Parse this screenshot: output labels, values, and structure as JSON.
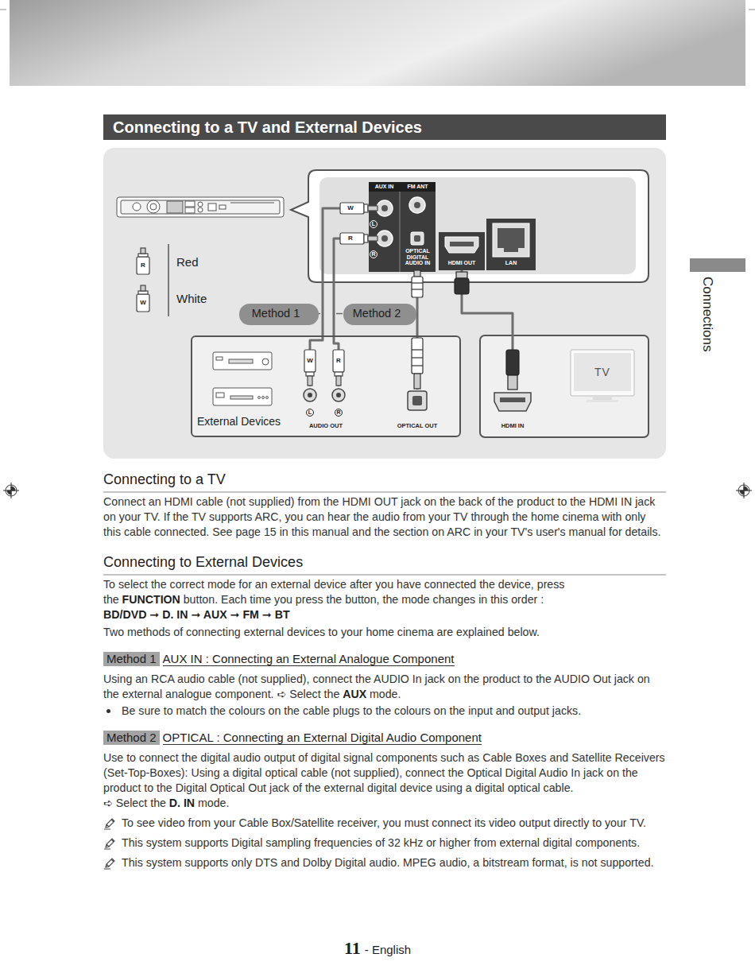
{
  "diagram": {
    "title": "Connecting to a TV and External Devices",
    "nodes": [
      {
        "text": [
          "AUX IN",
          "L",
          "R"
        ]
      },
      {
        "text": [
          "FM ANT"
        ]
      },
      {
        "text": [
          "OPTICAL DIGITAL AUDIO IN"
        ]
      },
      {
        "text": [
          "HDMI OUT"
        ]
      },
      {
        "text": [
          "LAN"
        ]
      },
      {
        "text": [
          "Method 1"
        ]
      },
      {
        "text": [
          "Method 2"
        ]
      },
      {
        "text": [
          "External Devices"
        ]
      },
      {
        "text": [
          "AUDIO OUT",
          "L",
          "R"
        ],
        "in": 7
      },
      {
        "text": [
          "OPTICAL OUT"
        ],
        "in": 7
      },
      {
        "text": [
          "HDMI IN"
        ]
      },
      {
        "text": [
          "TV"
        ]
      }
    ],
    "edges": [
      {
        "from": 8,
        "to": 0,
        "arrow": "none"
      },
      {
        "from": 8,
        "to": 0,
        "arrow": "none"
      },
      {
        "from": 9,
        "to": 2,
        "arrow": "none"
      },
      {
        "from": 3,
        "to": 10,
        "arrow": "none"
      }
    ],
    "labels": [
      "W",
      "R",
      "R",
      "W",
      "W",
      "R",
      "Connections",
      "Connecting to a TV",
      "Connect an HDMI cable (not supplied) from the HDMI OUT jack on the back of the product to the HDMI IN jack on your TV. If the TV supports ARC, you can hear the audio from your TV through the home cinema with only this cable connected. See page 15 in this manual and the section on ARC in your TV's user's manual for details.",
      "Connecting to External Devices",
      "To select the correct mode for an external device after you have connected the device, press the",
      "FUNCTION",
      "button. Each time you press the button, the mode changes in this order :",
      "BD/DVD ➞ D. IN ➞ AUX ➞ FM ➞ BT",
      "Two methods of connecting external devices to your home cinema are explained below.",
      "Method 1",
      "AUX IN : Connecting an External Analogue Component",
      "Using an RCA audio cable (not supplied), connect the AUDIO In jack on the product to the AUDIO Out jack on the external analogue component.",
      "➪ Select the",
      "AUX",
      "mode.",
      "Be sure to match the colours on the cable plugs to the colours on the input and output jacks.",
      "Method 2",
      "OPTICAL : Connecting an External Digital Audio Component",
      "Use to connect the digital audio output of digital signal components such as Cable Boxes and Satellite Receivers (Set-Top-Boxes): Using a digital optical cable (not supplied), connect the Optical Digital Audio In jack on the product to the Digital Optical Out jack of the external digital device using a digital optical cable.",
      "➪ Select the",
      "D. IN",
      "mode.",
      "To see video from your Cable Box/Satellite receiver, you must connect its video output directly to your TV.",
      "This system supports Digital sampling frequencies of 32 kHz or higher from external digital components.",
      "This system supports only DTS and Dolby Digital audio. MPEG audio, a bitstream format, is not supported.",
      "11",
      "- English"
    ],
    "legend": [
      {
        "text": "Red"
      },
      {
        "text": "White"
      }
    ]
  }
}
